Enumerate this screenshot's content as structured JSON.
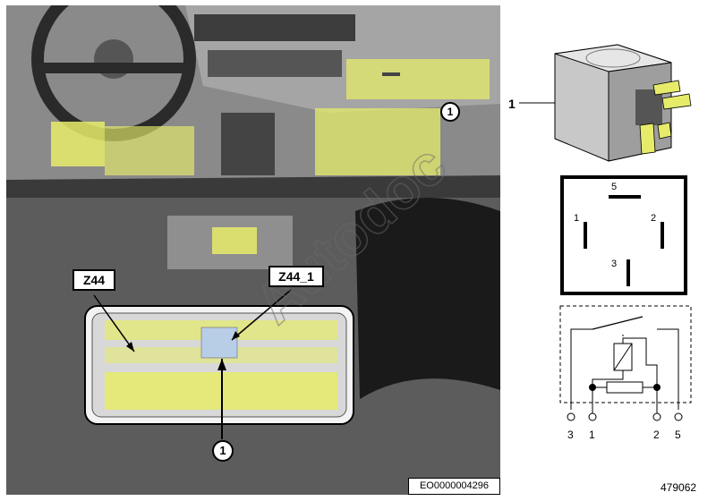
{
  "callouts": {
    "z44": "Z44",
    "z44_1": "Z44_1",
    "item1_bottom": "1",
    "item1_top": "1"
  },
  "relay": {
    "item_label": "1",
    "pins": {
      "p5": "5",
      "p1": "1",
      "p2": "2",
      "p3": "3"
    },
    "terminals": {
      "t3": "3",
      "t1": "1",
      "t2": "2",
      "t5": "5"
    }
  },
  "watermark": "Autodoc",
  "image_code": "EO0000004296",
  "figure_number": "479062",
  "colors": {
    "highlight": "#e6ec6a",
    "interior_dark": "#1a1a1a",
    "interior_mid": "#7d7d7d",
    "blue_highlight": "#b8cde6"
  }
}
